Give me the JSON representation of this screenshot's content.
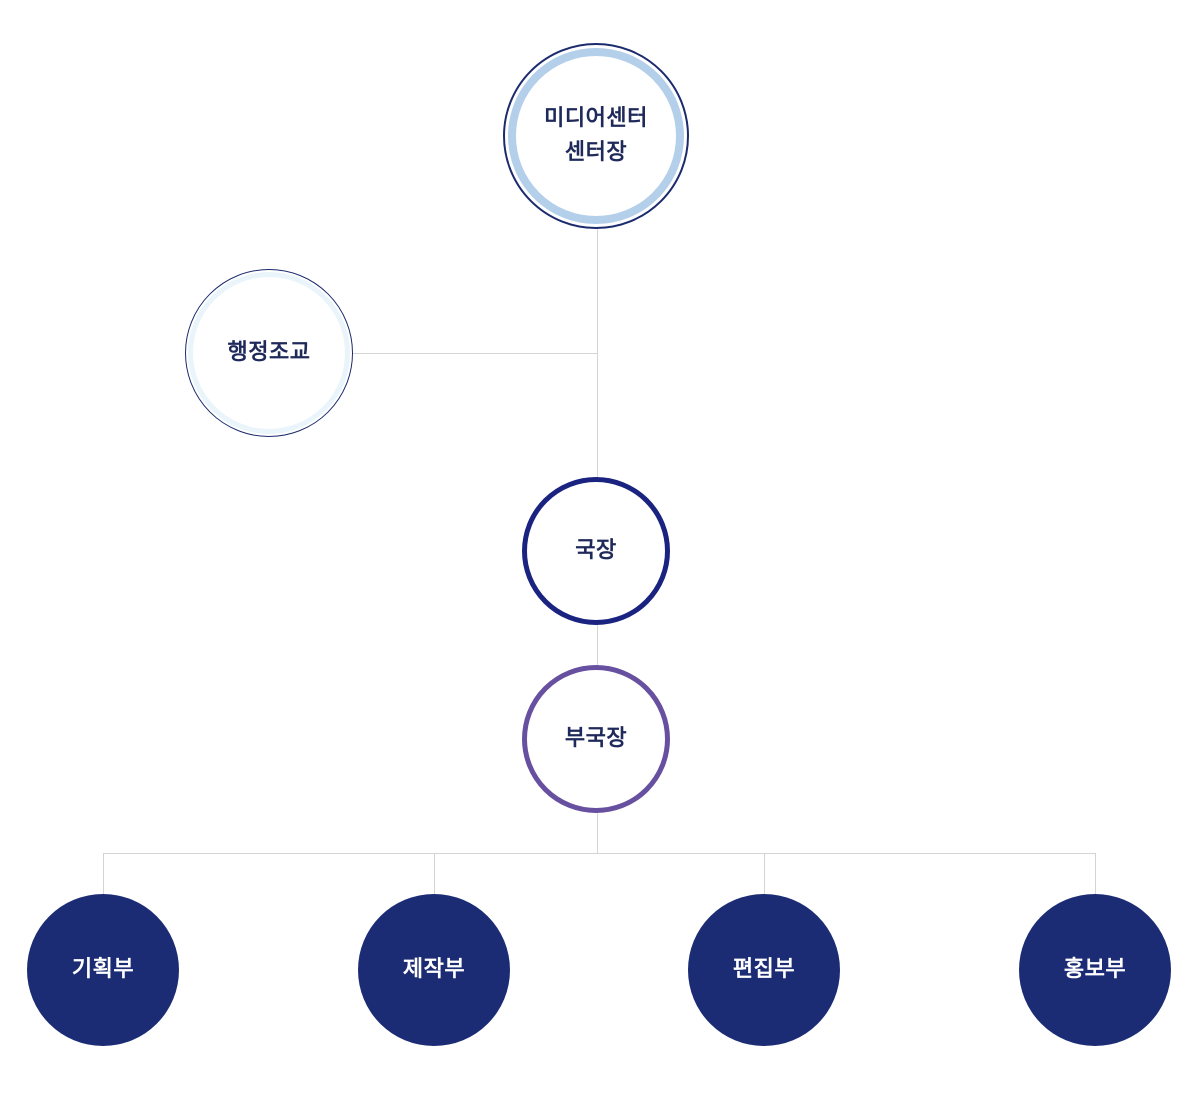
{
  "org_chart": {
    "top": {
      "line1": "미디어센터",
      "line2": "센터장"
    },
    "staff": {
      "label": "행정조교"
    },
    "director": {
      "label": "국장"
    },
    "deputy": {
      "label": "부국장"
    },
    "departments": [
      {
        "label": "기획부"
      },
      {
        "label": "제작부"
      },
      {
        "label": "편집부"
      },
      {
        "label": "홍보부"
      }
    ]
  },
  "colors": {
    "navy": "#1b2b74",
    "indigo": "#1a2380",
    "purple": "#67509f",
    "light_blue": "#b4cfe9",
    "connector": "#d4d4d4"
  }
}
